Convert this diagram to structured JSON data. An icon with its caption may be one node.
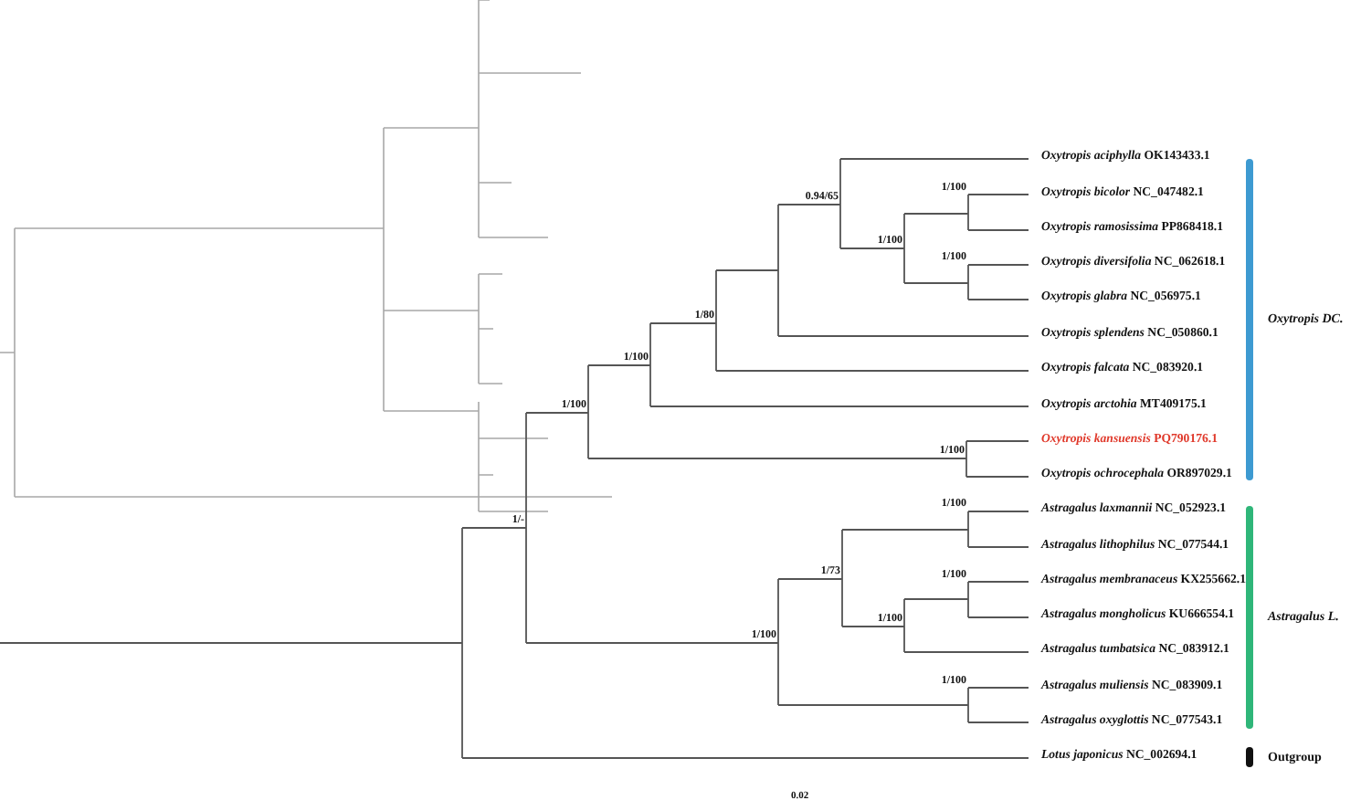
{
  "diagram": {
    "labels": [
      "*Oxytropis aciphylla* OK143433.1",
      "*Oxytropis bicolor* NC_047482.1",
      "*Oxytropis ramosissima* PP868418.1",
      "*Oxytropis diversifolia* NC_062618.1",
      "*Oxytropis glabra* NC_056975.1",
      "*Oxytropis splendens* NC_050860.1",
      "*Oxytropis falcata* NC_083920.1",
      "*Oxytropis arctohia* MT409175.1",
      "*Oxytropis kansuensis* PQ790176.1",
      "*Oxytropis ochrocephala* OR897029.1",
      "*Astragalus laxmannii* NC_052923.1",
      "*Astragalus lithophilus* NC_077544.1",
      "*Astragalus membranaceus* KX255662.1",
      "*Astragalus mongholicus* KU666554.1",
      "*Astragalus tumbatsica* NC_083912.1",
      "*Astragalus muliensis* NC_083909.1",
      "*Astragalus oxyglottis* NC_077543.1",
      "*Lotus japonicus* NC_002694.1",
      "0.94/65",
      "1/100",
      "1/100",
      "1/100",
      "1/80",
      "1/100",
      "1/100",
      "1/100",
      "1/100",
      "1/-",
      "1/73",
      "1/100",
      "1/100",
      "1/100",
      "1/100",
      "Oxytropis DC.",
      "Astragalus L.",
      "Outgroup",
      "0.02"
    ]
  }
}
